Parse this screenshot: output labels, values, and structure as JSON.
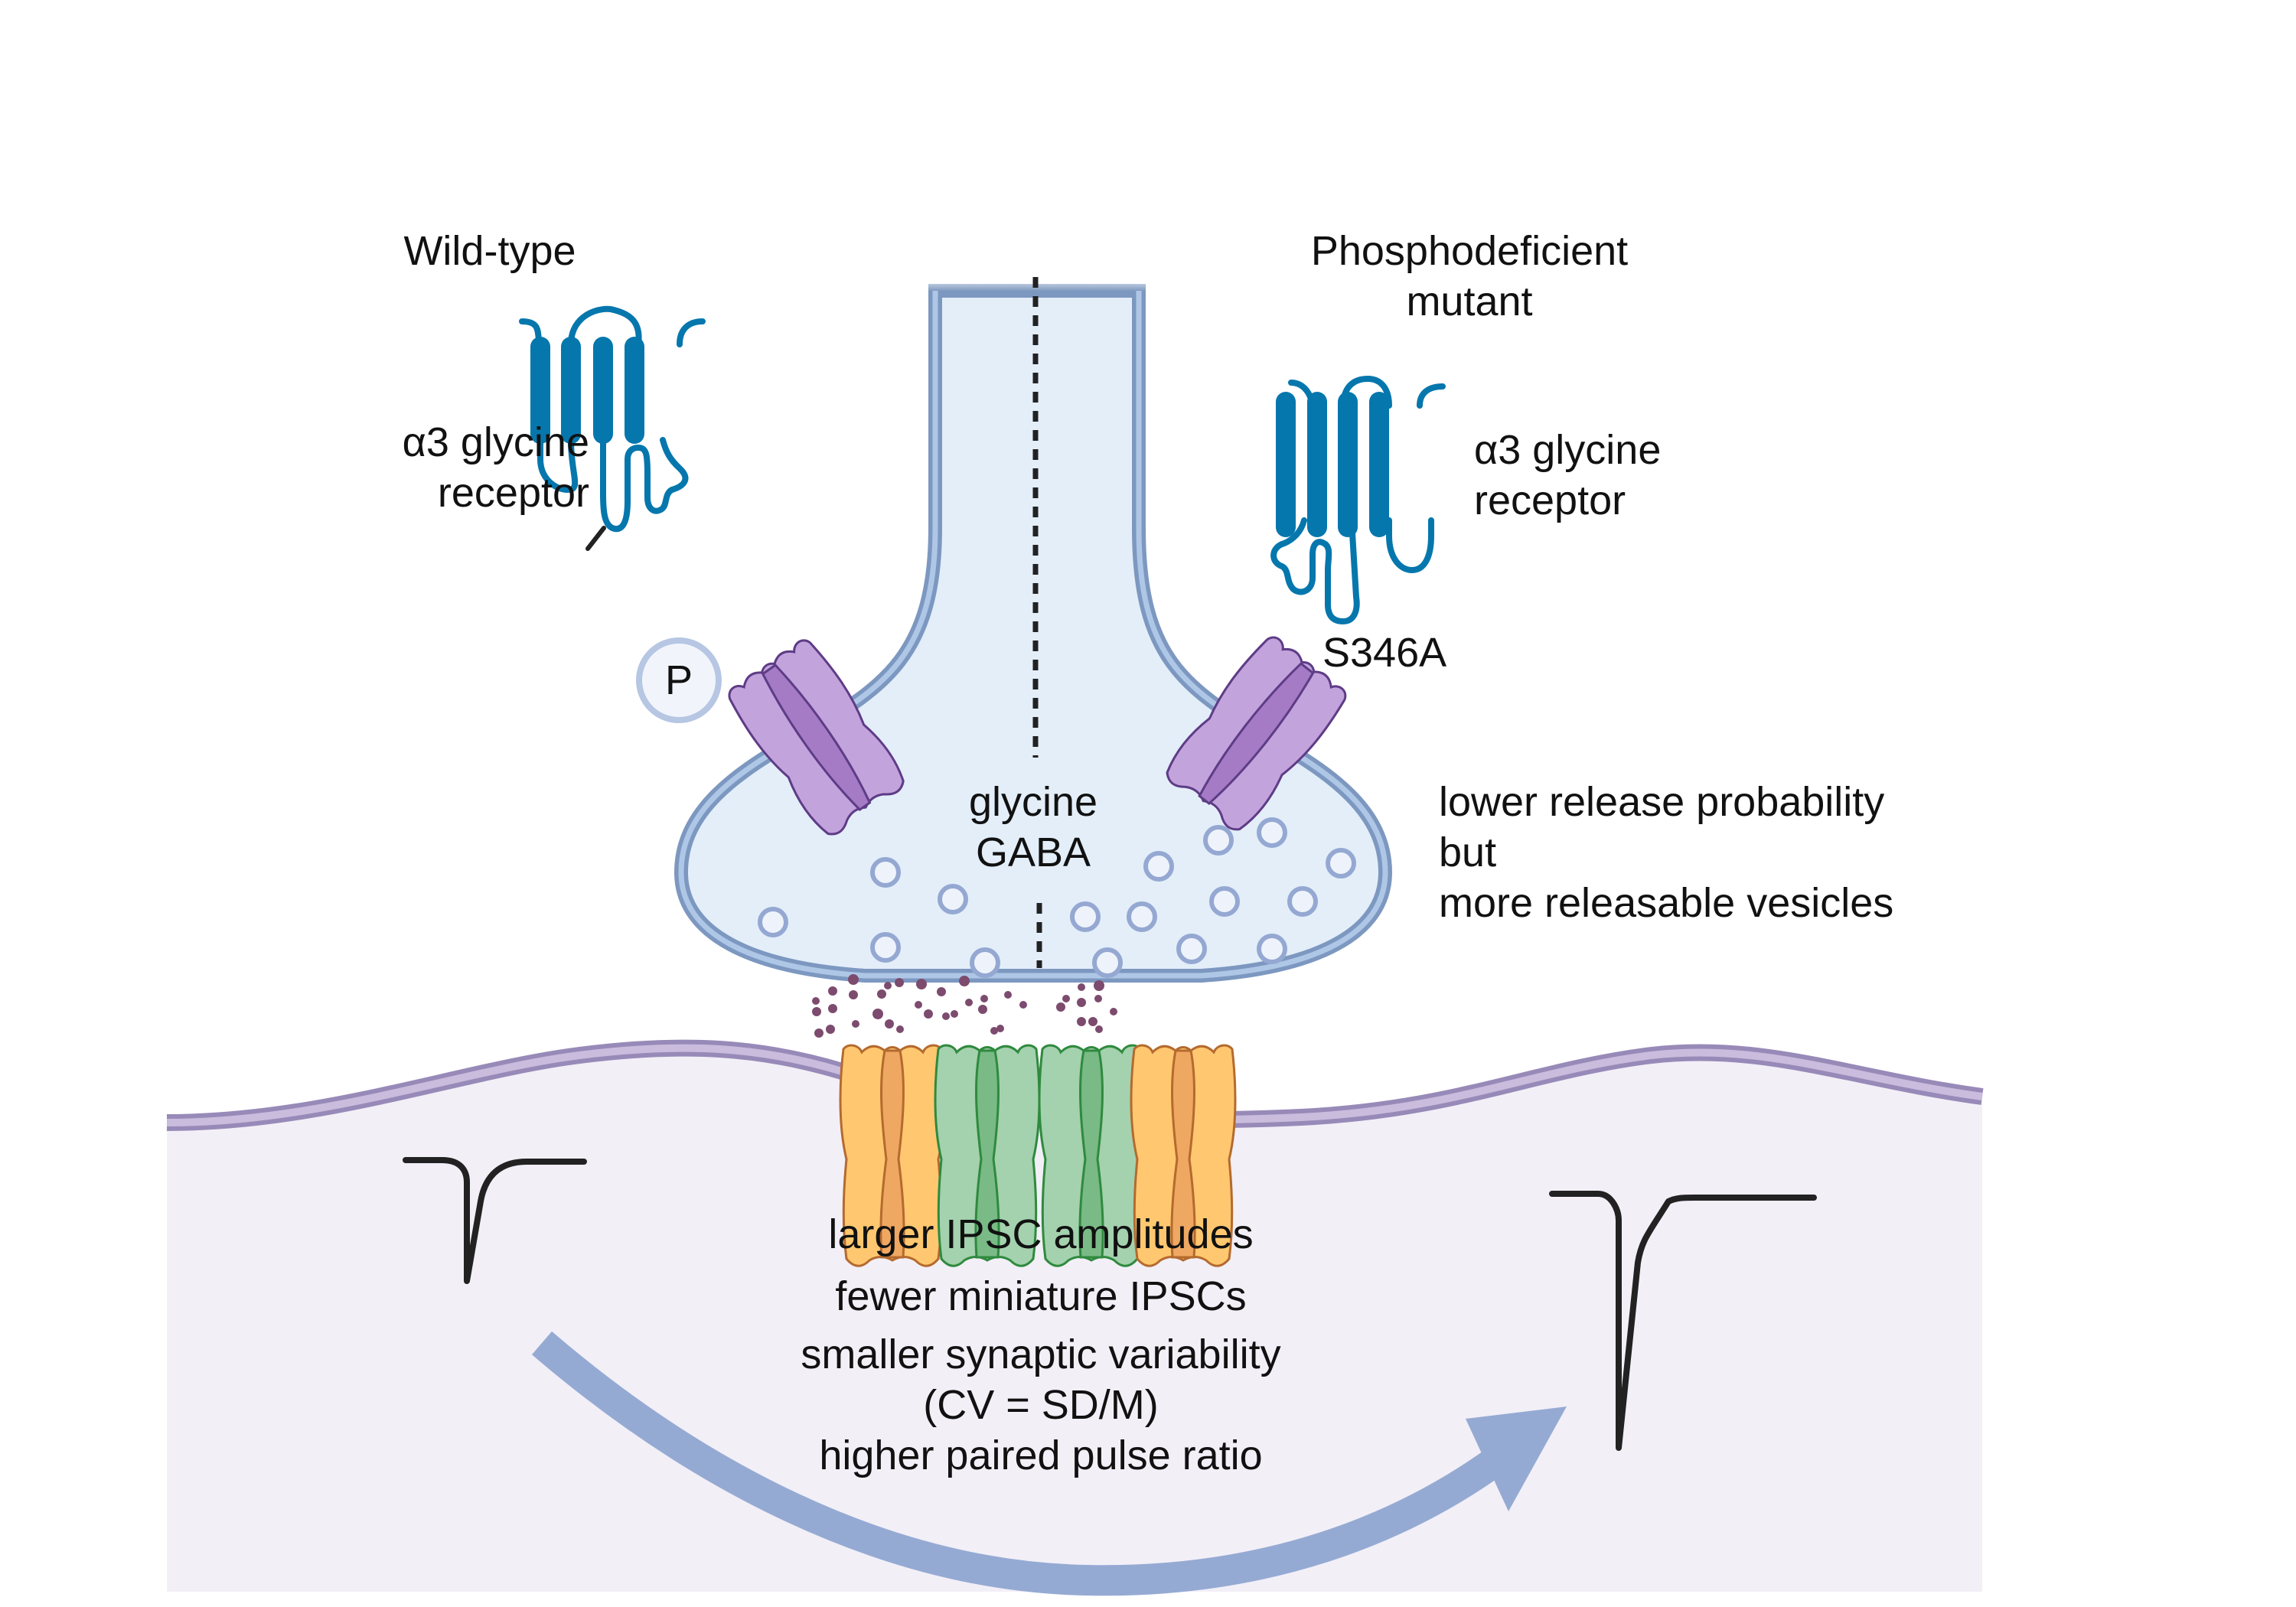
{
  "title": "α3 glycine receptor phosphorylation and synaptic transmission",
  "colors": {
    "receptor_blue": "#0677AD",
    "presynapse_fill": "#E3EEF9",
    "presynapse_membrane": "#7D98C0",
    "presynapse_membrane_inner": "#AFC7E6",
    "postsynapse_fill": "#F2EFF7",
    "postsynapse_membrane": "#988AB8",
    "postsynapse_membrane_inner": "#C9BCDD",
    "vesicle_stroke": "#94A8D2",
    "transmitter_dot": "#7C4B6E",
    "calcium_channel": "#C3A3DC",
    "glycine_receptor_channel": "#FFC870",
    "gaba_receptor_channel": "#A4D1AE",
    "arrow": "#95AAD3",
    "trace": "#222222",
    "phospho_circle_stroke": "#B6C6E3"
  },
  "left_panel": {
    "heading": "Wild-type",
    "receptor_label_line1": "α3 glycine",
    "receptor_label_line2": "receptor",
    "phospho_label": "P"
  },
  "right_panel": {
    "heading_line1": "Phosphodeficient",
    "heading_line2": "mutant",
    "receptor_label_line1": "α3 glycine",
    "receptor_label_line2": "receptor",
    "mutation_label": "S346A"
  },
  "presynapse": {
    "transmitter_line1": "glycine",
    "transmitter_line2": "GABA"
  },
  "release_note": {
    "line1": "lower release probability",
    "line2": "but",
    "line3": "more releasable vesicles"
  },
  "postsynaptic_effects": [
    "larger IPSC amplitudes",
    "fewer miniature IPSCs",
    "smaller synaptic variability",
    "(CV = SD/M)",
    "higher paired pulse ratio"
  ],
  "icons": {
    "receptor": "seven-segment-transmembrane-receptor",
    "channel_presynaptic": "calcium-channel",
    "channel_postsynaptic_glycine": "glycine-receptor-channel",
    "channel_postsynaptic_gaba": "gaba-receptor-channel",
    "trace_small": "small-ipsc-trace",
    "trace_large": "large-ipsc-trace",
    "arrow": "curved-arrow"
  }
}
